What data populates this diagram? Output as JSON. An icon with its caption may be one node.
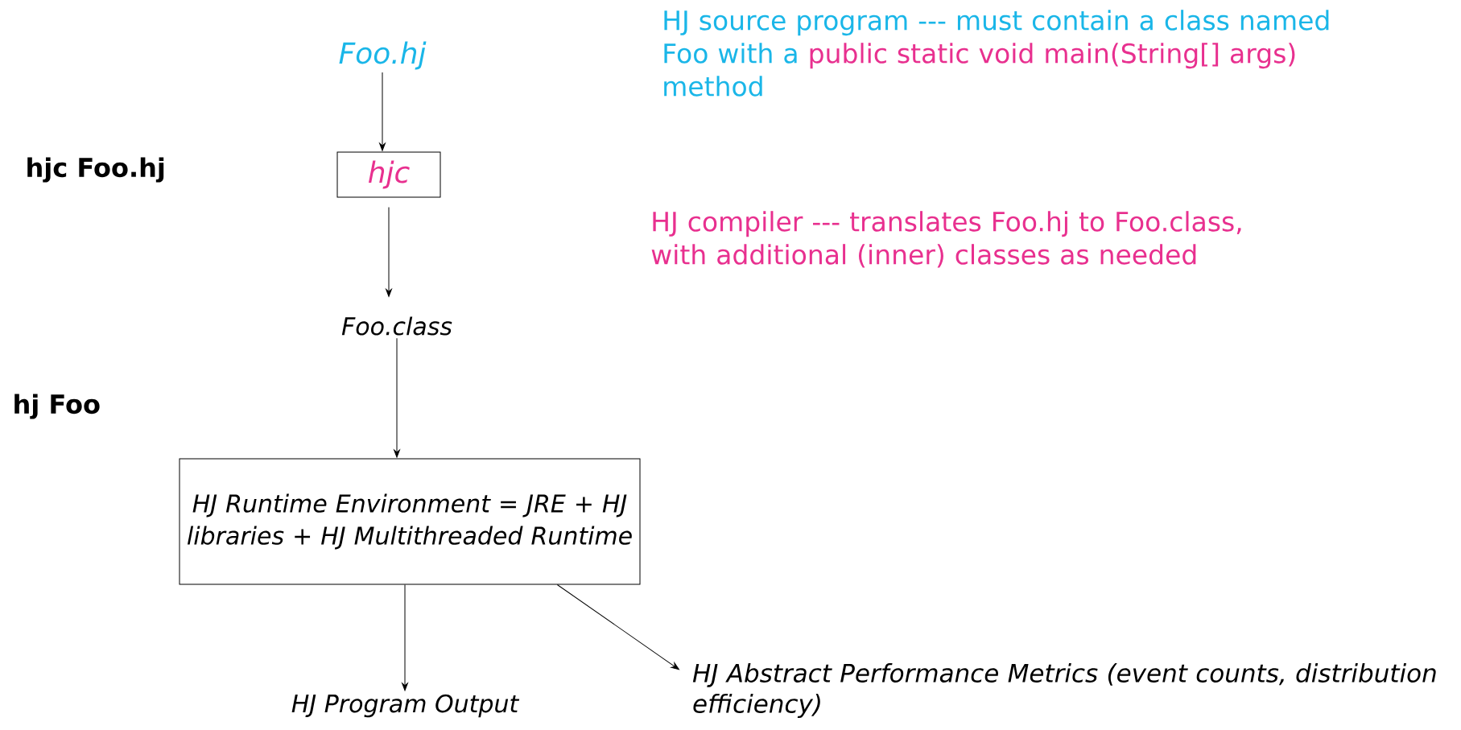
{
  "diagram": {
    "nodes": [
      {
        "text": [
          "Foo.hj"
        ]
      },
      {
        "text": [
          "hjc"
        ]
      },
      {
        "text": [
          "Foo.class"
        ]
      },
      {
        "text": [
          "HJ Runtime Environment = JRE + HJ libraries + HJ Multithreaded Runtime"
        ]
      },
      {
        "text": [
          "HJ Program Output"
        ]
      },
      {
        "text": [
          "HJ Abstract Performance Metrics (event counts, distribution efficiency)"
        ]
      }
    ],
    "edges": [
      {
        "from": 0,
        "to": 1,
        "arrow": "to"
      },
      {
        "from": 1,
        "to": 2,
        "arrow": "to"
      },
      {
        "from": 2,
        "to": 3,
        "arrow": "to"
      },
      {
        "from": 3,
        "to": 4,
        "arrow": "to"
      },
      {
        "from": 3,
        "to": 5,
        "arrow": "to"
      }
    ],
    "labels": [
      "hjc Foo.hj",
      "hj Foo",
      "HJ source program --- must contain a class named Foo with a",
      "public static void main(String[] args)",
      "method",
      "HJ compiler --- translates Foo.hj to Foo.class, with additional (inner) classes as needed"
    ]
  }
}
